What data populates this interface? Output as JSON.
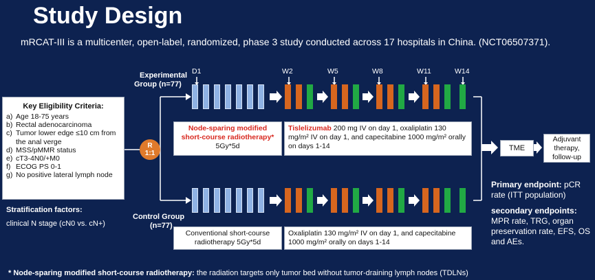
{
  "title": "Study Design",
  "subtitle": "mRCAT-III is a multicenter, open-label, randomized, phase 3 study conducted across 17 hospitals in China. (NCT06507371).",
  "eligibility": {
    "heading": "Key Eligibility Criteria:",
    "items": [
      {
        "k": "a)",
        "t": "Age 18-75 years"
      },
      {
        "k": "b)",
        "t": "Rectal adenocarcinoma"
      },
      {
        "k": "c)",
        "t": "Tumor lower edge ≤10 cm from the anal verge"
      },
      {
        "k": "d)",
        "t": "MSS/pMMR status"
      },
      {
        "k": "e)",
        "t": "cT3-4N0/+M0"
      },
      {
        "k": "f)",
        "t": "ECOG PS 0-1"
      },
      {
        "k": "g)",
        "t": "No positive lateral lymph node"
      }
    ]
  },
  "stratification": {
    "title": "Stratification factors:",
    "value": "clinical N stage (cN0 vs. cN+)"
  },
  "randomization": {
    "line1": "R",
    "line2": "1:1"
  },
  "experimental": {
    "label_line1": "Experimental",
    "label_line2": "Group (n=77)",
    "weeks": [
      "D1",
      "W2",
      "W5",
      "W8",
      "W11",
      "W14"
    ],
    "rt_note_red1": "Node-sparing modified",
    "rt_note_red2": "short-course radiotherapy*",
    "rt_note_dose": "5Gy*5d",
    "chemo_drug": "Tislelizumab",
    "chemo_rest": " 200 mg IV on day 1, oxaliplatin 130 mg/m² IV on day 1, and capecitabine 1000 mg/m² orally on days 1-14"
  },
  "control": {
    "label_line1": "Control Group",
    "label_line2": "(n=77)",
    "rt_note": "Conventional short-course radiotherapy 5Gy*5d",
    "chemo_note": "Oxaliplatin 130 mg/m² IV on day 1, and capecitabine 1000 mg/m² orally on days 1-14"
  },
  "tme": "TME",
  "adjuvant": "Adjuvant therapy, follow-up",
  "primary": {
    "label": "Primary endpoint:",
    "value": " pCR rate (ITT population)"
  },
  "secondary": {
    "label": "secondary endpoints:",
    "value": "MPR rate, TRG, organ preservation rate, EFS, OS and AEs."
  },
  "footnote": {
    "bold": "* Node-sparing modified short-course radiotherapy:",
    "rest": " the radiation targets only tumor bed without tumor-draining lymph nodes (TDLNs)"
  },
  "colors": {
    "background": "#0d2250",
    "rt_bar": "#8fb2e4",
    "chemo_orange": "#d7661f",
    "chemo_green": "#21a944",
    "randomize": "#e07a2b",
    "highlight_red": "#d8281f"
  }
}
